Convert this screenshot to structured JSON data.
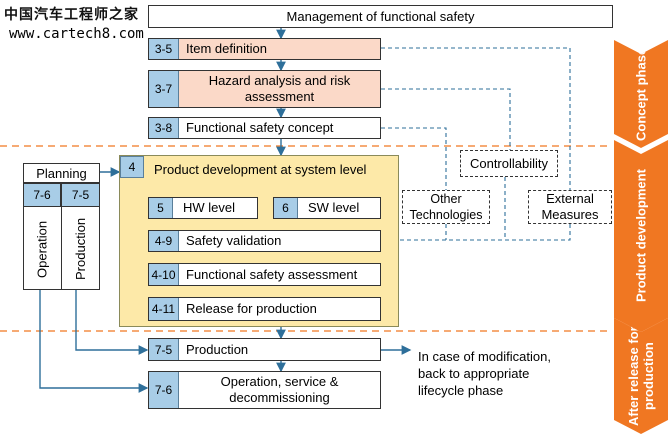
{
  "header": {
    "title": "Management of functional safety"
  },
  "watermark": {
    "line1": "中国汽车工程师之家",
    "line2": "www.cartech8.com"
  },
  "concept": {
    "item_definition": {
      "num": "3-5",
      "label": "Item definition"
    },
    "hazard_analysis": {
      "num": "3-7",
      "label": "Hazard analysis and risk assessment"
    },
    "fs_concept": {
      "num": "3-8",
      "label": "Functional safety concept"
    }
  },
  "system_level": {
    "num": "4",
    "title": "Product development at system level",
    "hw": {
      "num": "5",
      "label": "HW level"
    },
    "sw": {
      "num": "6",
      "label": "SW level"
    },
    "validation": {
      "num": "4-9",
      "label": "Safety validation"
    },
    "assessment": {
      "num": "4-10",
      "label": "Functional safety assessment"
    },
    "release": {
      "num": "4-11",
      "label": "Release for production"
    }
  },
  "external": {
    "controllability": "Controllability",
    "other_technologies": "Other Technologies",
    "external_measures": "External Measures"
  },
  "planning": {
    "title": "Planning",
    "col1": {
      "num": "7-6",
      "label": "Operation"
    },
    "col2": {
      "num": "7-5",
      "label": "Production"
    }
  },
  "after_release": {
    "production": {
      "num": "7-5",
      "label": "Production"
    },
    "operation": {
      "num": "7-6",
      "label": "Operation, service & decommissioning"
    },
    "note": "In case of modification, back to appropriate lifecycle phase"
  },
  "phases": {
    "concept": "Concept phase",
    "product": "Product development",
    "after": "After release for production"
  },
  "colors": {
    "phase_orange": "#f07722",
    "number_blue": "#a8cde7",
    "arrow_blue": "#2e6f9a",
    "salmon": "#fbd9c8",
    "yellow": "#fde9a8"
  }
}
